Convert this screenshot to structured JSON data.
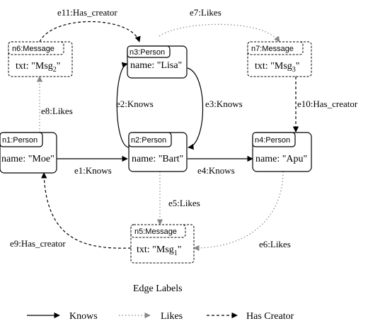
{
  "nodes": {
    "n1": {
      "id": "n1",
      "type": "Person",
      "header": "n1:Person",
      "prop_label": "name",
      "value": "\"Moe\""
    },
    "n2": {
      "id": "n2",
      "type": "Person",
      "header": "n2:Person",
      "prop_label": "name",
      "value": "\"Bart\""
    },
    "n3": {
      "id": "n3",
      "type": "Person",
      "header": "n3:Person",
      "prop_label": "name",
      "value": "\"Lisa\""
    },
    "n4": {
      "id": "n4",
      "type": "Person",
      "header": "n4:Person",
      "prop_label": "name",
      "value": "\"Apu\""
    },
    "n5": {
      "id": "n5",
      "type": "Message",
      "header": "n5:Message",
      "prop_label": "txt",
      "value_pre": "\"Msg",
      "value_sub": "1",
      "value_post": "\""
    },
    "n6": {
      "id": "n6",
      "type": "Message",
      "header": "n6:Message",
      "prop_label": "txt",
      "value_pre": "\"Msg",
      "value_sub": "2",
      "value_post": "\""
    },
    "n7": {
      "id": "n7",
      "type": "Message",
      "header": "n7:Message",
      "prop_label": "txt",
      "value_pre": "\"Msg",
      "value_sub": "3",
      "value_post": "\""
    }
  },
  "edges": [
    {
      "id": "e1",
      "label": "e1:Knows",
      "from": "n1",
      "to": "n2",
      "kind": "Knows"
    },
    {
      "id": "e2",
      "label": "e2:Knows",
      "from": "n2",
      "to": "n3",
      "kind": "Knows"
    },
    {
      "id": "e3",
      "label": "e3:Knows",
      "from": "n3",
      "to": "n2",
      "kind": "Knows"
    },
    {
      "id": "e4",
      "label": "e4:Knows",
      "from": "n2",
      "to": "n4",
      "kind": "Knows"
    },
    {
      "id": "e5",
      "label": "e5:Likes",
      "from": "n2",
      "to": "n5",
      "kind": "Likes"
    },
    {
      "id": "e6",
      "label": "e6:Likes",
      "from": "n4",
      "to": "n5",
      "kind": "Likes"
    },
    {
      "id": "e7",
      "label": "e7:Likes",
      "from": "n3",
      "to": "n7",
      "kind": "Likes"
    },
    {
      "id": "e8",
      "label": "e8:Likes",
      "from": "n1",
      "to": "n6",
      "kind": "Likes"
    },
    {
      "id": "e9",
      "label": "e9:Has_creator",
      "from": "n5",
      "to": "n1",
      "kind": "Has Creator"
    },
    {
      "id": "e10",
      "label": "e10:Has_creator",
      "from": "n7",
      "to": "n4",
      "kind": "Has Creator"
    },
    {
      "id": "e11",
      "label": "e11:Has_creator",
      "from": "n6",
      "to": "n3",
      "kind": "Has Creator"
    }
  ],
  "legend": {
    "title": "Edge Labels",
    "items": [
      {
        "label": "Knows",
        "style": "solid"
      },
      {
        "label": "Likes",
        "style": "dotted"
      },
      {
        "label": "Has Creator",
        "style": "dashed"
      }
    ]
  },
  "colors": {
    "stroke": "#000000",
    "background": "#ffffff"
  }
}
